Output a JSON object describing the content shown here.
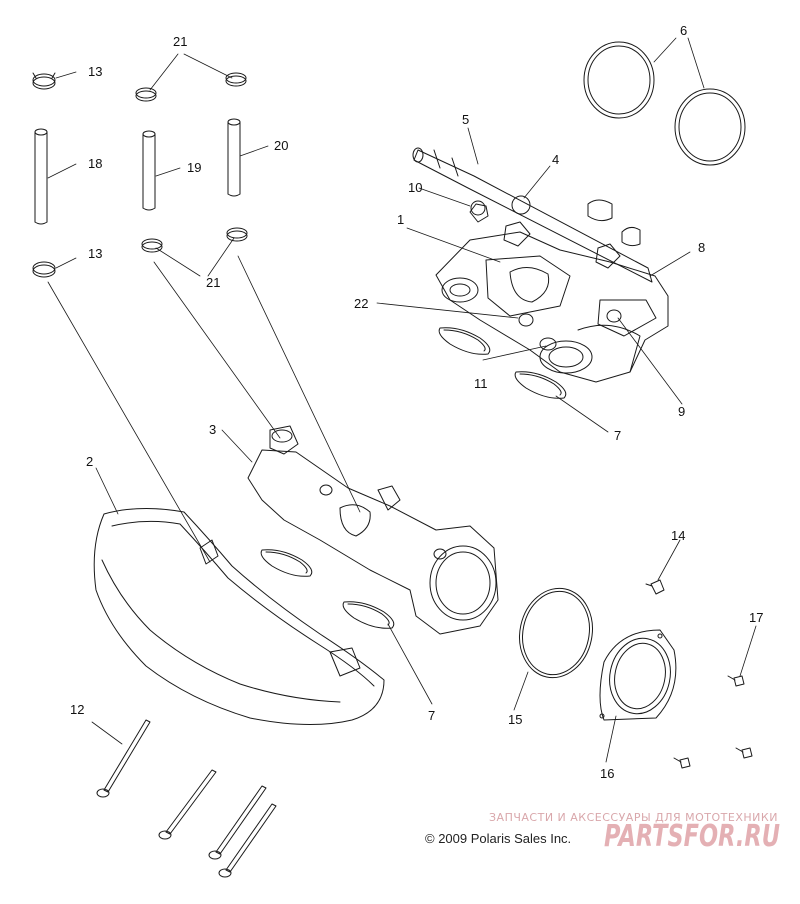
{
  "callouts": [
    "1",
    "2",
    "3",
    "4",
    "5",
    "6",
    "7",
    "7",
    "8",
    "9",
    "10",
    "11",
    "12",
    "13",
    "13",
    "14",
    "15",
    "16",
    "17",
    "18",
    "19",
    "20",
    "21",
    "21",
    "22"
  ],
  "copyright": "© 2009 Polaris Sales Inc.",
  "watermark": {
    "tagline": "ЗАПЧАСТИ И АКСЕССУАРЫ ДЛЯ МОТОТЕХНИКИ",
    "logo_text": "PARTSFOR.RU",
    "color": "#e0a3a8"
  },
  "colors": {
    "line": "#1a1a1a",
    "background": "#ffffff"
  }
}
